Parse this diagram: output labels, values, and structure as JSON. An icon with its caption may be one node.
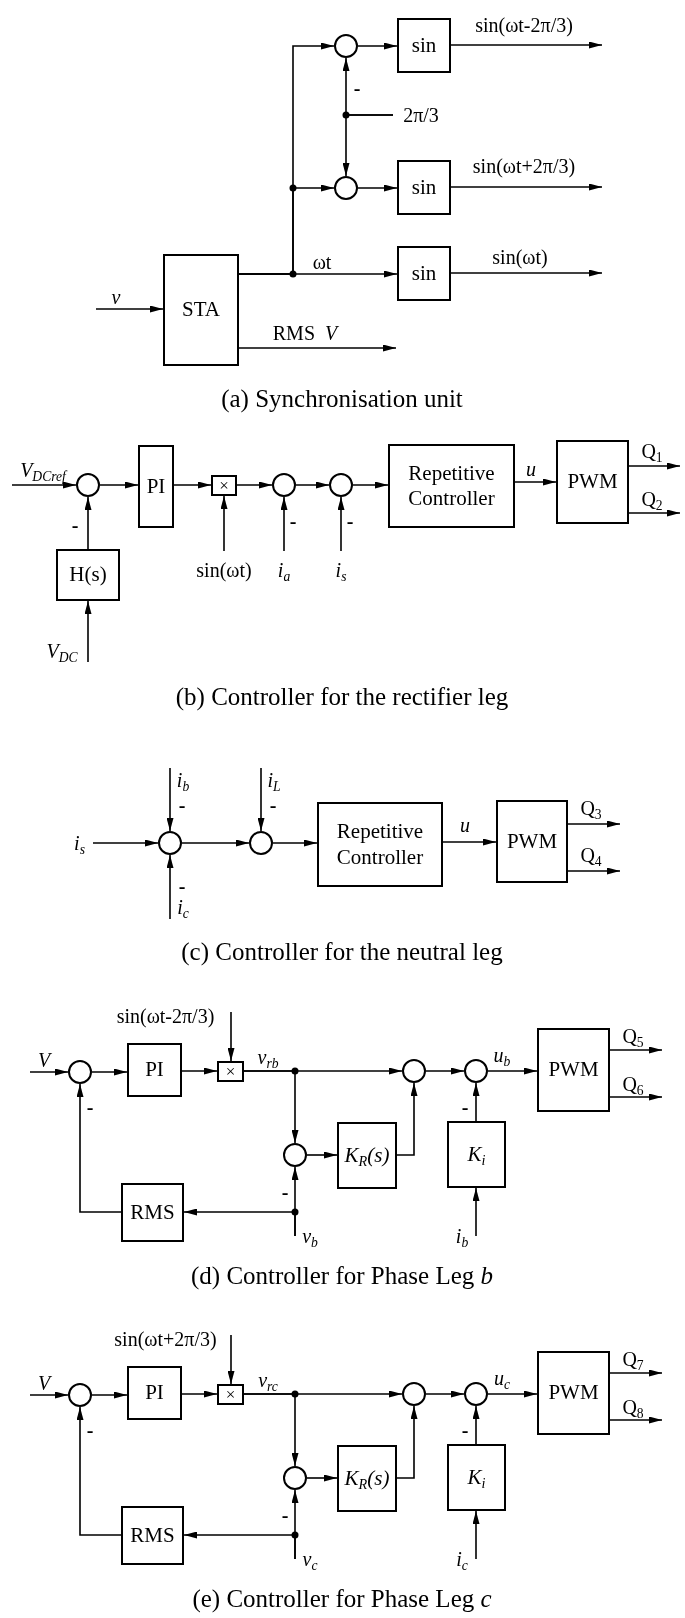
{
  "diagram": {
    "nodes": [
      {
        "text": [],
        "shape": "circle"
      },
      {
        "text": [
          "sin"
        ]
      },
      {
        "text": [
          "2π/3"
        ]
      },
      {
        "text": [],
        "shape": "circle"
      },
      {
        "text": [
          "sin"
        ]
      },
      {
        "text": [
          "sin"
        ]
      },
      {
        "text": [
          "*v*"
        ]
      },
      {
        "text": [
          "STA"
        ]
      },
      {
        "text": [
          "*V*$_{DCref}$"
        ]
      },
      {
        "text": [],
        "shape": "circle"
      },
      {
        "text": [
          "PI"
        ]
      },
      {
        "text": [
          "×"
        ]
      },
      {
        "text": [],
        "shape": "circle"
      },
      {
        "text": [],
        "shape": "circle"
      },
      {
        "text": [
          "Repetitive Controller"
        ]
      },
      {
        "text": [
          "PWM"
        ]
      },
      {
        "text": [
          "H(s)"
        ]
      },
      {
        "text": [
          "sin(ωt)"
        ]
      },
      {
        "text": [
          "*i*$_{a}$"
        ]
      },
      {
        "text": [
          "*i*$_{s}$"
        ]
      },
      {
        "text": [
          "*V*$_{DC}$"
        ]
      },
      {
        "text": [
          "*i*$_{b}$"
        ]
      },
      {
        "text": [
          "*i*$_{L}$"
        ]
      },
      {
        "text": [
          "*i*$_{s}$"
        ]
      },
      {
        "text": [],
        "shape": "circle"
      },
      {
        "text": [],
        "shape": "circle"
      },
      {
        "text": [
          "Repetitive Controller"
        ]
      },
      {
        "text": [
          "PWM"
        ]
      },
      {
        "text": [
          "*i*$_{c}$"
        ]
      },
      {
        "text": [
          "sin(ωt-2π/3)"
        ]
      },
      {
        "text": [
          "*V*"
        ]
      },
      {
        "text": [],
        "shape": "circle"
      },
      {
        "text": [
          "PI"
        ]
      },
      {
        "text": [
          "×"
        ]
      },
      {
        "text": [],
        "shape": "circle"
      },
      {
        "text": [],
        "shape": "circle"
      },
      {
        "text": [
          "PWM"
        ]
      },
      {
        "text": [],
        "shape": "circle"
      },
      {
        "text": [
          "*K*$_{R}$*(s)*"
        ]
      },
      {
        "text": [
          "*K*$_{i}$"
        ]
      },
      {
        "text": [
          "RMS"
        ]
      },
      {
        "text": [
          "*v*$_{b}$"
        ]
      },
      {
        "text": [
          "*i*$_{b}$"
        ]
      },
      {
        "text": [
          "sin(ωt+2π/3)"
        ]
      },
      {
        "text": [
          "*V*"
        ]
      },
      {
        "text": [],
        "shape": "circle"
      },
      {
        "text": [
          "PI"
        ]
      },
      {
        "text": [
          "×"
        ]
      },
      {
        "text": [],
        "shape": "circle"
      },
      {
        "text": [],
        "shape": "circle"
      },
      {
        "text": [
          "PWM"
        ]
      },
      {
        "text": [],
        "shape": "circle"
      },
      {
        "text": [
          "*K*$_{R}$*(s)*"
        ]
      },
      {
        "text": [
          "*K*$_{i}$"
        ]
      },
      {
        "text": [
          "RMS"
        ]
      },
      {
        "text": [
          "*v*$_{c}$"
        ]
      },
      {
        "text": [
          "*i*$_{c}$"
        ]
      }
    ],
    "edges": [
      {
        "from": 7,
        "to": 0,
        "arrow": "to"
      },
      {
        "from": 7,
        "to": 3,
        "arrow": "to"
      },
      {
        "from": 7,
        "to": 5,
        "arrow": "to",
        "label": "ωt"
      },
      {
        "from": 2,
        "to": 0,
        "arrow": "to"
      },
      {
        "from": 2,
        "to": 3,
        "arrow": "to"
      },
      {
        "from": 0,
        "to": 1,
        "arrow": "to"
      },
      {
        "from": 3,
        "to": 4,
        "arrow": "to"
      },
      {
        "from": 1,
        "to": null,
        "arrow": "to",
        "label": "sin(ωt-2π/3)"
      },
      {
        "from": 4,
        "to": null,
        "arrow": "to",
        "label": "sin(ωt+2π/3)"
      },
      {
        "from": 5,
        "to": null,
        "arrow": "to",
        "label": "sin(ωt)"
      },
      {
        "from": 6,
        "to": 7,
        "arrow": "to"
      },
      {
        "from": 7,
        "to": null,
        "arrow": "to",
        "label": "RMS  *V*"
      },
      {
        "from": 8,
        "to": 9,
        "arrow": "to"
      },
      {
        "from": 9,
        "to": 10,
        "arrow": "to"
      },
      {
        "from": 10,
        "to": 11,
        "arrow": "to"
      },
      {
        "from": 11,
        "to": 12,
        "arrow": "to"
      },
      {
        "from": 12,
        "to": 13,
        "arrow": "to"
      },
      {
        "from": 13,
        "to": 14,
        "arrow": "to"
      },
      {
        "from": 14,
        "to": 15,
        "arrow": "to",
        "label": "*u*"
      },
      {
        "from": 15,
        "to": null,
        "arrow": "to",
        "label": "Q$_{1}$"
      },
      {
        "from": 15,
        "to": null,
        "arrow": "to",
        "label": "Q$_{2}$"
      },
      {
        "from": 16,
        "to": 9,
        "arrow": "to"
      },
      {
        "from": 20,
        "to": 16,
        "arrow": "to"
      },
      {
        "from": 17,
        "to": 11,
        "arrow": "to"
      },
      {
        "from": 18,
        "to": 12,
        "arrow": "to"
      },
      {
        "from": 19,
        "to": 13,
        "arrow": "to"
      },
      {
        "from": 23,
        "to": 24,
        "arrow": "to"
      },
      {
        "from": 21,
        "to": 24,
        "arrow": "to"
      },
      {
        "from": 28,
        "to": 24,
        "arrow": "to"
      },
      {
        "from": 24,
        "to": 25,
        "arrow": "to"
      },
      {
        "from": 22,
        "to": 25,
        "arrow": "to"
      },
      {
        "from": 25,
        "to": 26,
        "arrow": "to"
      },
      {
        "from": 26,
        "to": 27,
        "arrow": "to",
        "label": "*u*"
      },
      {
        "from": 27,
        "to": null,
        "arrow": "to",
        "label": "Q$_{3}$"
      },
      {
        "from": 27,
        "to": null,
        "arrow": "to",
        "label": "Q$_{4}$"
      },
      {
        "from": 30,
        "to": 31,
        "arrow": "to"
      },
      {
        "from": 31,
        "to": 32,
        "arrow": "to"
      },
      {
        "from": 32,
        "to": 33,
        "arrow": "to"
      },
      {
        "from": 29,
        "to": 33,
        "arrow": "to"
      },
      {
        "from": 33,
        "to": 34,
        "arrow": "to",
        "label": "*v*$_{rb}$"
      },
      {
        "from": 33,
        "to": 37,
        "arrow": "to"
      },
      {
        "from": 34,
        "to": 35,
        "arrow": "to"
      },
      {
        "from": 35,
        "to": 36,
        "arrow": "to",
        "label": "*u*$_{b}$"
      },
      {
        "from": 36,
        "to": null,
        "arrow": "to",
        "label": "Q$_{5}$"
      },
      {
        "from": 36,
        "to": null,
        "arrow": "to",
        "label": "Q$_{6}$"
      },
      {
        "from": 37,
        "to": 38,
        "arrow": "to"
      },
      {
        "from": 38,
        "to": 34,
        "arrow": "to"
      },
      {
        "from": 39,
        "to": 35,
        "arrow": "to"
      },
      {
        "from": 42,
        "to": 39,
        "arrow": "to"
      },
      {
        "from": 41,
        "to": 37,
        "arrow": "to"
      },
      {
        "from": 41,
        "to": 40,
        "arrow": "to"
      },
      {
        "from": 40,
        "to": 31,
        "arrow": "to"
      },
      {
        "from": 44,
        "to": 45,
        "arrow": "to"
      },
      {
        "from": 45,
        "to": 46,
        "arrow": "to"
      },
      {
        "from": 46,
        "to": 47,
        "arrow": "to"
      },
      {
        "from": 43,
        "to": 47,
        "arrow": "to"
      },
      {
        "from": 47,
        "to": 48,
        "arrow": "to",
        "label": "*v*$_{rc}$"
      },
      {
        "from": 47,
        "to": 51,
        "arrow": "to"
      },
      {
        "from": 48,
        "to": 49,
        "arrow": "to"
      },
      {
        "from": 49,
        "to": 50,
        "arrow": "to",
        "label": "*u*$_{c}$"
      },
      {
        "from": 50,
        "to": null,
        "arrow": "to",
        "label": "Q$_{7}$"
      },
      {
        "from": 50,
        "to": null,
        "arrow": "to",
        "label": "Q$_{8}$"
      },
      {
        "from": 51,
        "to": 52,
        "arrow": "to"
      },
      {
        "from": 52,
        "to": 48,
        "arrow": "to"
      },
      {
        "from": 53,
        "to": 49,
        "arrow": "to"
      },
      {
        "from": 56,
        "to": 53,
        "arrow": "to"
      },
      {
        "from": 55,
        "to": 51,
        "arrow": "to"
      },
      {
        "from": 55,
        "to": 54,
        "arrow": "to"
      },
      {
        "from": 54,
        "to": 45,
        "arrow": "to"
      }
    ],
    "labels": [
      "-",
      "(a) Synchronisation unit",
      "-",
      "-",
      "-",
      "(b) Controller for the rectifier leg",
      "-",
      "-",
      "-",
      "(c) Controller for the neutral leg",
      "-",
      "-",
      "-",
      "(d) Controller for Phase Leg *b*",
      "-",
      "-",
      "-",
      "(e) Controller for Phase Leg *c*"
    ]
  }
}
